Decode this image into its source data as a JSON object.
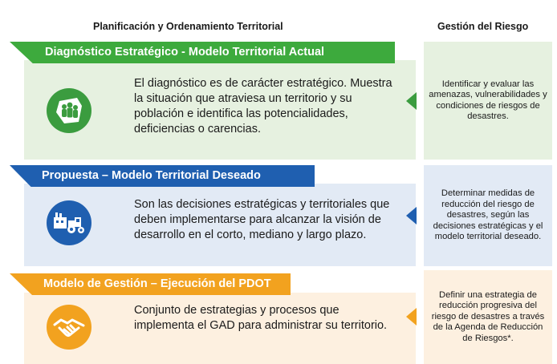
{
  "headers": {
    "left": "Planificación y Ordenamiento Territorial",
    "right": "Gestión del Riesgo"
  },
  "sections": [
    {
      "title": "Diagnóstico Estratégico - Modelo Territorial Actual",
      "description": "El diagnóstico es de carácter estratégico. Muestra la situación que atraviesa un territorio y su población e identifica las potencialidades, deficiencias o carencias.",
      "icon": "people-map-icon",
      "risk_text": "Identificar y evaluar las amenazas, vulnerabilidades y condiciones de riesgos de desastres.",
      "colors": {
        "banner": "#3daa3d",
        "panel": "#e6f1e0",
        "icon": "#3b9c3f",
        "arrow": "#3b9c3f"
      }
    },
    {
      "title": "Propuesta – Modelo Territorial Deseado",
      "description": "Son las decisiones estratégicas y territoriales que deben implementarse para alcanzar la visión de desarrollo en el corto, mediano y largo plazo.",
      "icon": "factory-tractor-icon",
      "risk_text": "Determinar medidas de reducción del riesgo de desastres, según las decisiones estratégicas y el modelo territorial deseado.",
      "colors": {
        "banner": "#1f5fb0",
        "panel": "#e2eaf5",
        "icon": "#1f5fb0",
        "arrow": "#1f5fb0"
      }
    },
    {
      "title": "Modelo de Gestión – Ejecución del PDOT",
      "description": "Conjunto de estrategias y procesos que implementa el GAD para administrar su territorio.",
      "icon": "handshake-icon",
      "risk_text": "Definir una estrategia de reducción progresiva del riesgo de desastres a través de la Agenda de Reducción de Riesgos*.",
      "colors": {
        "banner": "#f2a21f",
        "panel": "#fdf0e0",
        "icon": "#f2a21f",
        "arrow": "#f2a21f"
      }
    }
  ]
}
